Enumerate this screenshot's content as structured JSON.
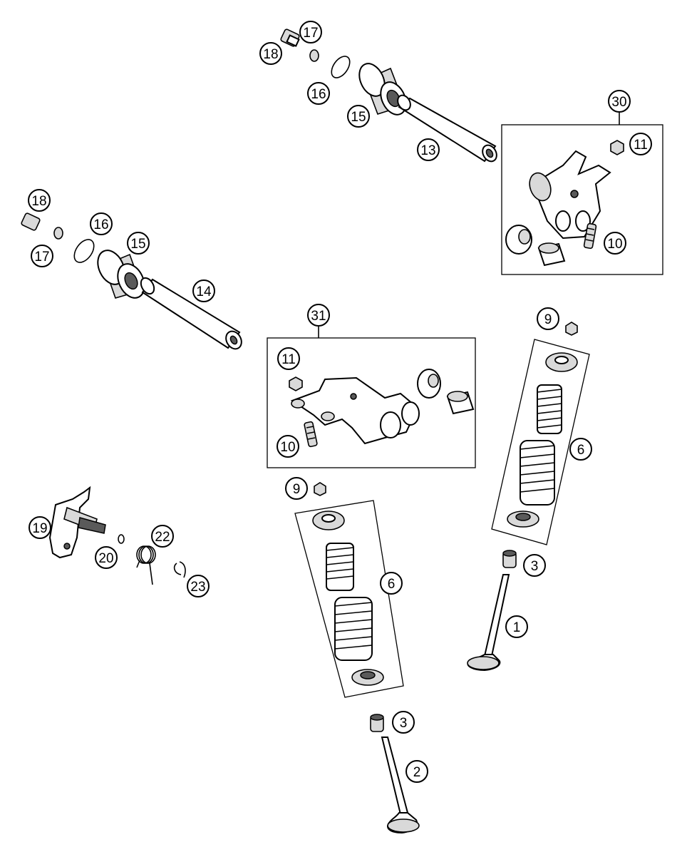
{
  "callouts": {
    "c1": "1",
    "c2": "2",
    "c3a": "3",
    "c3b": "3",
    "c6a": "6",
    "c6b": "6",
    "c9a": "9",
    "c9b": "9",
    "c10a": "10",
    "c10b": "10",
    "c11a": "11",
    "c11b": "11",
    "c13": "13",
    "c14": "14",
    "c15a": "15",
    "c15b": "15",
    "c16a": "16",
    "c16b": "16",
    "c17a": "17",
    "c17b": "17",
    "c18a": "18",
    "c18b": "18",
    "c19": "19",
    "c20": "20",
    "c22": "22",
    "c23": "23",
    "c30": "30",
    "c31": "31"
  }
}
